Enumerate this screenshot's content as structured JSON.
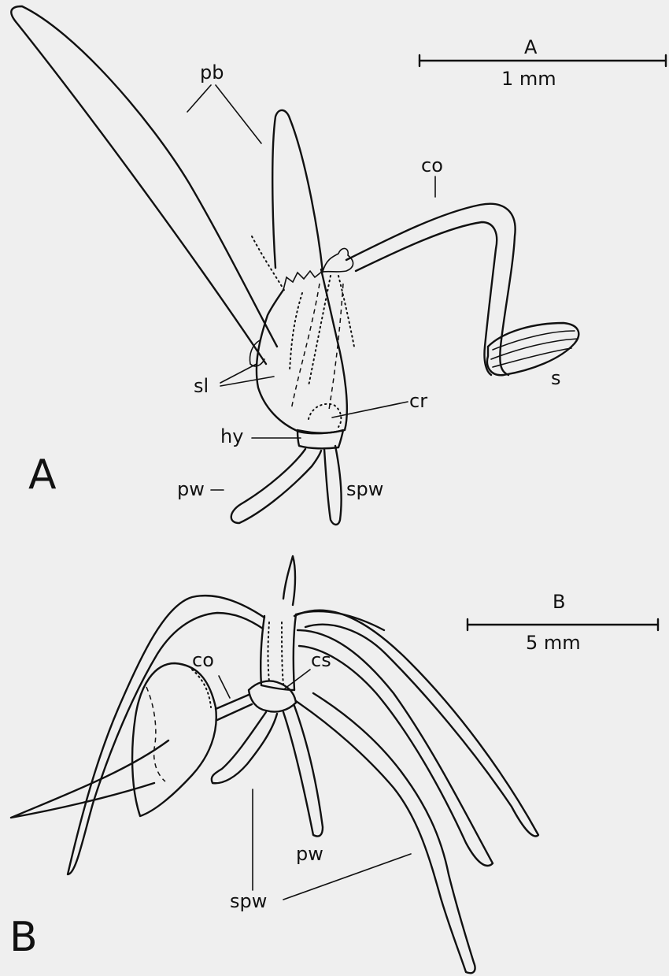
{
  "panels": [
    {
      "letter": "A",
      "scale_letter": "A",
      "scale_text": "1 mm"
    },
    {
      "letter": "B",
      "scale_letter": "B",
      "scale_text": "5 mm"
    }
  ],
  "labels_a": {
    "pb": "pb",
    "co": "co",
    "sl": "sl",
    "s": "s",
    "cr": "cr",
    "hy": "hy",
    "pw": "pw",
    "spw": "spw"
  },
  "labels_b": {
    "co": "co",
    "cs": "cs",
    "pw": "pw",
    "spw": "spw"
  }
}
